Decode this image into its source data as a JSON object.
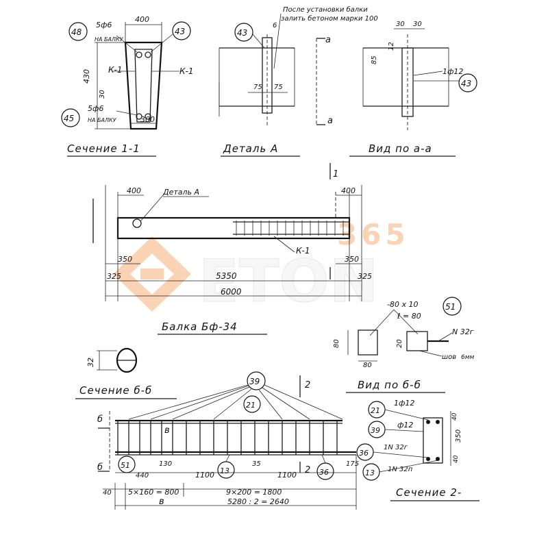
{
  "watermark": {
    "word": "ETON",
    "number": "365",
    "color": "#f3a25a"
  },
  "section11": {
    "title": "Сечение 1-1",
    "dim_top": "400",
    "dim_left": "430",
    "dim_30": "30",
    "dim_bottom": "300",
    "mark_k1_left": "К-1",
    "mark_k1_right": "К-1",
    "callout_top": "5ф6",
    "callout_top_note": "НА БАЛКУ",
    "callout_bottom": "5ф6",
    "callout_bottom_note": "НА БАЛКУ",
    "bubble_48": "48",
    "bubble_43": "43",
    "bubble_45": "45"
  },
  "detailA": {
    "title": "Деталь А",
    "note_line1": "После установки балки",
    "note_line2": "залить бетоном марки 100",
    "bubble_43": "43",
    "dim_6": "6",
    "dim_75a": "75",
    "dim_75b": "75",
    "mark_a_top": "а",
    "mark_a_bottom": "а"
  },
  "viewAA": {
    "title": "Вид по а-а",
    "dim_30a": "30",
    "dim_30b": "30",
    "dim_12": "12",
    "dim_85": "85",
    "rebar": "1ф12",
    "bubble_43": "43"
  },
  "beam": {
    "title": "Балка Бф-34",
    "detail_label": "Деталь А",
    "mark_k1": "К-1",
    "section_mark": "1",
    "dim_400_left": "400",
    "dim_400_right": "400",
    "dim_350_left": "350",
    "dim_350_right": "350",
    "dim_325_left": "325",
    "dim_325_right": "325",
    "dim_5350": "5350",
    "dim_6000": "6000"
  },
  "viewBB": {
    "title": "Вид по б-б",
    "plate": "-80 х 10",
    "plate_len": "ℓ = 80",
    "dim_80a": "80",
    "dim_80b": "80",
    "dim_20": "20",
    "rebar": "N 32г",
    "weld": "шов",
    "weld_size": "6мм",
    "bubble_51": "51"
  },
  "sectionBB": {
    "title": "Сечение б-б",
    "dim_32": "32"
  },
  "frame": {
    "bubble_39": "39",
    "bubble_21": "21",
    "bubble_51": "51",
    "bubble_13": "13",
    "bubble_36": "36",
    "mark_b_top": "б",
    "mark_b_bottom": "б",
    "mark_v": "в",
    "mark_v2": "в",
    "section_mark_top": "2",
    "section_mark_bottom": "2",
    "dim_440": "440",
    "dim_130": "130",
    "dim_1100a": "1100",
    "dim_35": "35",
    "dim_1100b": "1100",
    "dim_175": "175",
    "dim_40": "40",
    "dim_5x160": "5×160 = 800",
    "dim_9x200": "9×200 = 1800",
    "dim_total": "5280 : 2 = 2640"
  },
  "section22": {
    "title": "Сечение 2-",
    "rebar_top": "1ф12",
    "rebar_mid": "ф12",
    "rebar_36": "1N 32г",
    "rebar_13": "1N 32п",
    "dim_40a": "40",
    "dim_350": "350",
    "dim_40b": "40",
    "bubble_21": "21",
    "bubble_39": "39",
    "bubble_36": "36",
    "bubble_13": "13"
  }
}
